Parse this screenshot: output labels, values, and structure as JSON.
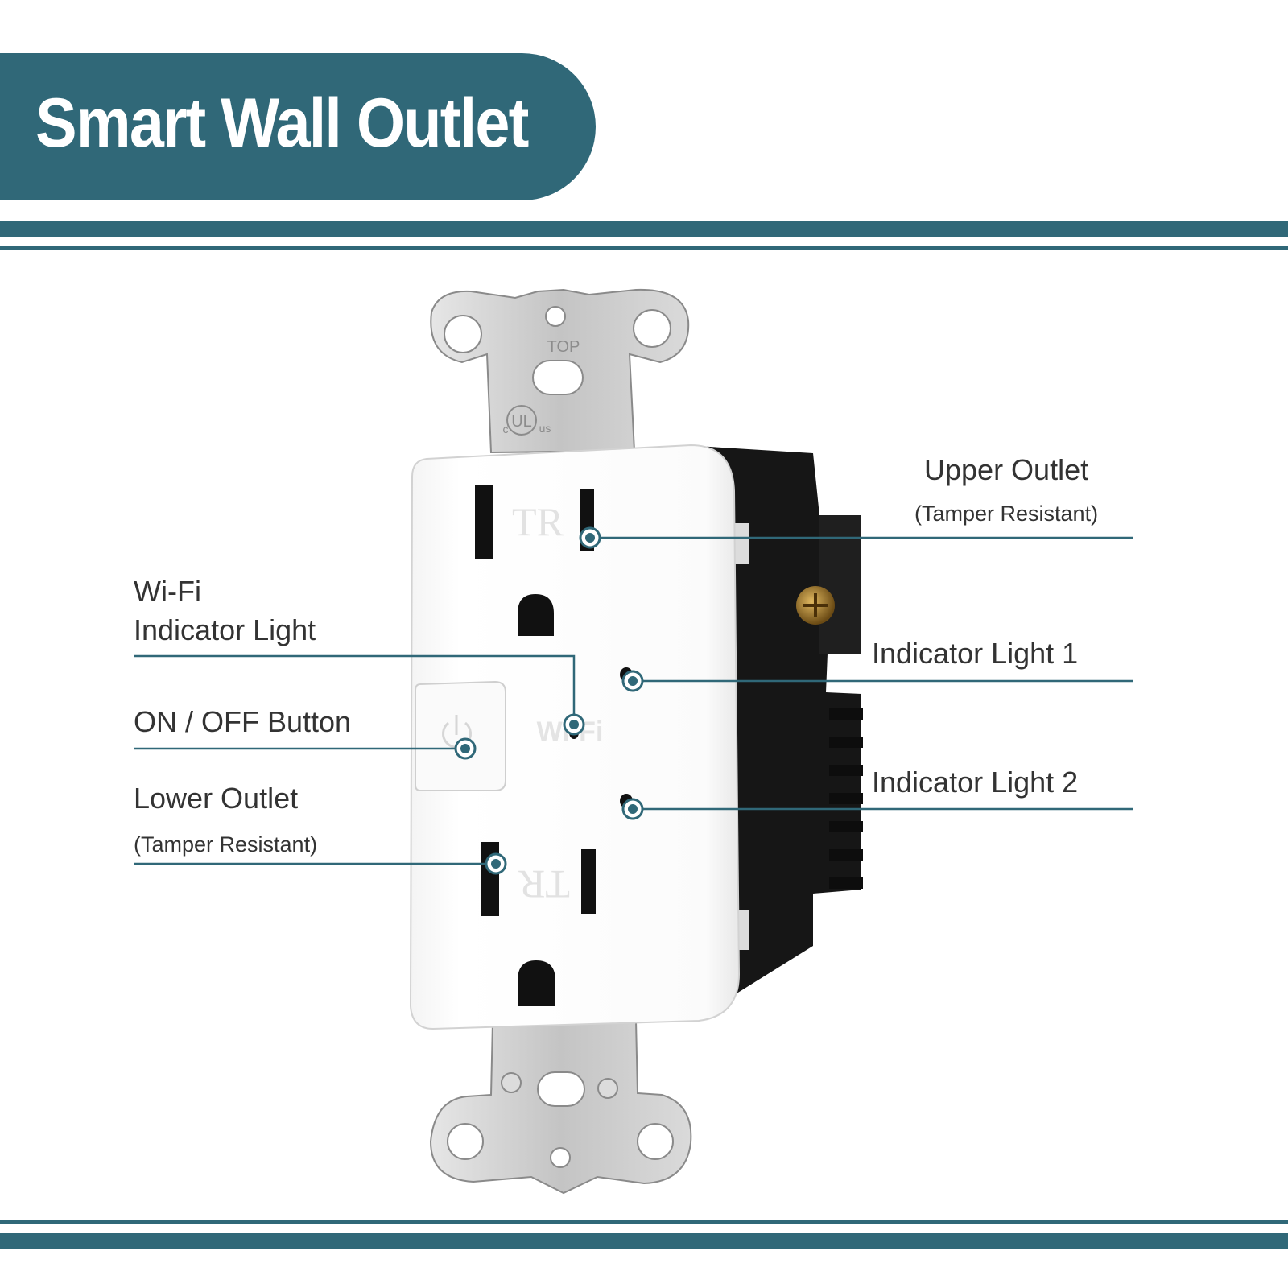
{
  "title": "Smart Wall Outlet",
  "colors": {
    "accent": "#306878",
    "faceplate": "#ffffff",
    "body": "#1a1a1a",
    "metal": "#c9c9c9",
    "text": "#333333"
  },
  "callouts": {
    "upper_outlet": {
      "label": "Upper Outlet",
      "sublabel": "(Tamper Resistant)"
    },
    "wifi_indicator": {
      "line1": "Wi-Fi",
      "line2": "Indicator Light"
    },
    "indicator_light_1": {
      "label": "Indicator Light 1"
    },
    "on_off_button": {
      "label": "ON / OFF Button"
    },
    "indicator_light_2": {
      "label": "Indicator Light 2"
    },
    "lower_outlet": {
      "label": "Lower Outlet",
      "sublabel": "(Tamper Resistant)"
    }
  },
  "device_markings": {
    "top_mark": "TOP",
    "tr_upper": "TR",
    "tr_lower": "TR",
    "wifi_mark": "Wi-Fi",
    "ul_mark": "UL",
    "ul_c": "c",
    "ul_us": "us"
  }
}
